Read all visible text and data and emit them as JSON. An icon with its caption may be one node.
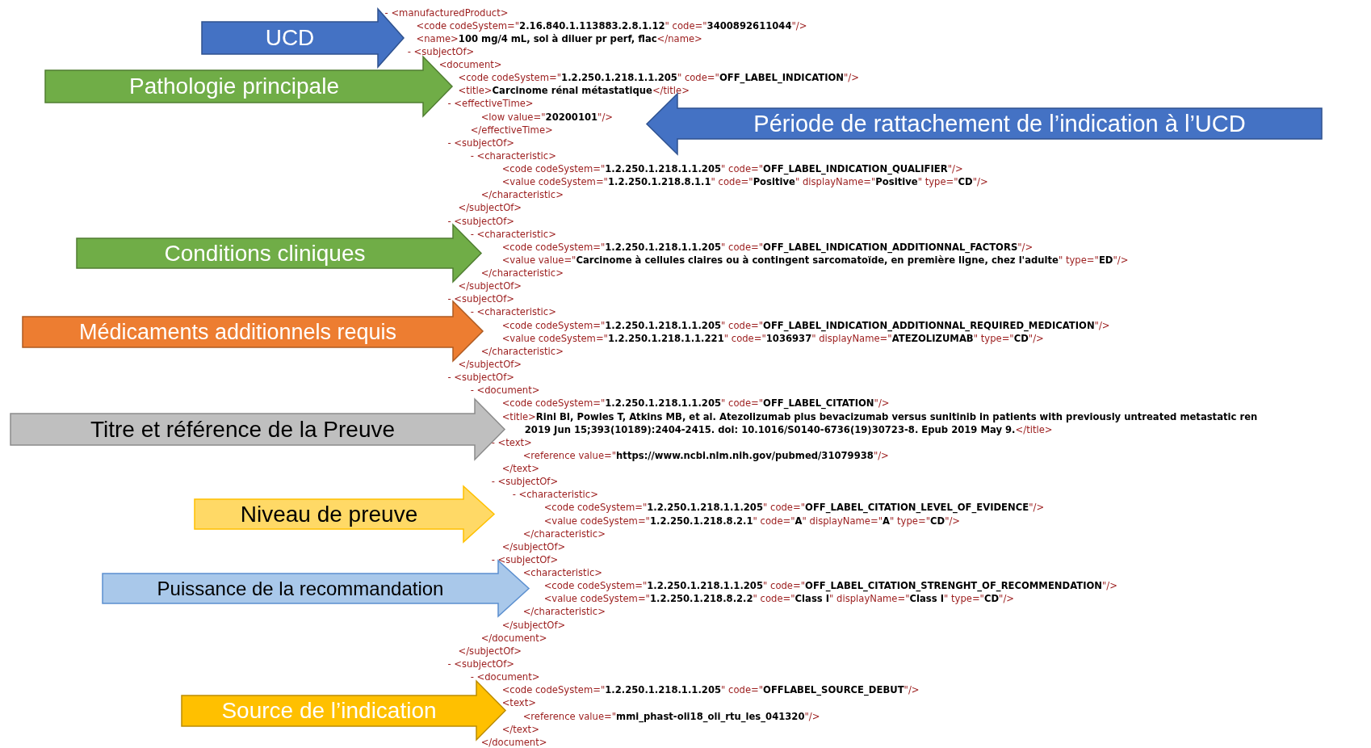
{
  "diagram": {
    "nodes": [
      {
        "text": [
          "UCD"
        ]
      },
      {
        "text": [
          "Pathologie principale"
        ]
      },
      {
        "text": [
          "Période de rattachement de l’indication à l’UCD"
        ]
      },
      {
        "text": [
          "Conditions cliniques"
        ]
      },
      {
        "text": [
          "Médicaments additionnels requis"
        ]
      },
      {
        "text": [
          "Titre et référence de la Preuve"
        ]
      },
      {
        "text": [
          "Niveau de preuve"
        ]
      },
      {
        "text": [
          "Puissance de la recommandation"
        ]
      },
      {
        "text": [
          "Source de l’indication"
        ]
      }
    ],
    "labels": [
      "- <manufacturedProduct>",
      "<code codeSystem=\"**2.16.840.1.113883.2.8.1.12**\" code=\"**3400892611044**\"/>",
      "<name>**100 mg/4 mL, sol à diluer pr perf, flac**</name>",
      "- <subjectOf>",
      "<document>",
      "<code codeSystem=\"**1.2.250.1.218.1.1.205**\" code=\"**OFF_LABEL_INDICATION**\"/>",
      "<title>**Carcinome rénal métastatique**</title>",
      "- <effectiveTime>",
      "<low value=\"**20200101**\"/>",
      "</effectiveTime>",
      "- <subjectOf>",
      "- <characteristic>",
      "<code codeSystem=\"**1.2.250.1.218.1.1.205**\" code=\"**OFF_LABEL_INDICATION_QUALIFIER**\"/>",
      "<value codeSystem=\"**1.2.250.1.218.8.1.1**\" code=\"**Positive**\" displayName=\"**Positive**\" type=\"**CD**\"/>",
      "</characteristic>",
      "</subjectOf>",
      "- <subjectOf>",
      "- <characteristic>",
      "<code codeSystem=\"**1.2.250.1.218.1.1.205**\" code=\"**OFF_LABEL_INDICATION_ADDITIONNAL_FACTORS**\"/>",
      "<value value=\"**Carcinome à cellules claires ou à contingent sarcomatoïde, en première ligne, chez l'adulte**\" type=\"**ED**\"/>",
      "</characteristic>",
      "</subjectOf>",
      "- <subjectOf>",
      "- <characteristic>",
      "<code codeSystem=\"**1.2.250.1.218.1.1.205**\" code=\"**OFF_LABEL_INDICATION_ADDITIONNAL_REQUIRED_MEDICATION**\"/>",
      "<value codeSystem=\"**1.2.250.1.218.1.1.221**\" code=\"**1036937**\" displayName=\"**ATEZOLIZUMAB**\" type=\"**CD**\"/>",
      "</characteristic>",
      "</subjectOf>",
      "- <subjectOf>",
      "- <document>",
      "<code codeSystem=\"**1.2.250.1.218.1.1.205**\" code=\"**OFF_LABEL_CITATION**\"/>",
      "<title>**Rini BI, Powles T, Atkins MB, et al. Atezolizumab plus bevacizumab versus sunitinib in patients with previously untreated metastatic ren**",
      "**2019 Jun 15;393(10189):2404-2415. doi: 10.1016/S0140-6736(19)30723-8. Epub 2019 May 9.**</title>",
      "- <text>",
      "<reference value=\"**https://www.ncbi.nlm.nih.gov/pubmed/31079938**\"/>",
      "</text>",
      "- <subjectOf>",
      "- <characteristic>",
      "<code codeSystem=\"**1.2.250.1.218.1.1.205**\" code=\"**OFF_LABEL_CITATION_LEVEL_OF_EVIDENCE**\"/>",
      "<value codeSystem=\"**1.2.250.1.218.8.2.1**\" code=\"**A**\" displayName=\"**A**\" type=\"**CD**\"/>",
      "</characteristic>",
      "</subjectOf>",
      "- <subjectOf>",
      "<characteristic>",
      "<code codeSystem=\"**1.2.250.1.218.1.1.205**\" code=\"**OFF_LABEL_CITATION_STRENGHT_OF_RECOMMENDATION**\"/>",
      "<value codeSystem=\"**1.2.250.1.218.8.2.2**\" code=\"**Class I**\" displayName=\"**Class I**\" type=\"**CD**\"/>",
      "</characteristic>",
      "</subjectOf>",
      "</document>",
      "</subjectOf>",
      "- <subjectOf>",
      "- <document>",
      "<code codeSystem=\"**1.2.250.1.218.1.1.205**\" code=\"**OFFLABEL_SOURCE_DEBUT**\"/>",
      "<text>",
      "<reference value=\"**mmi_phast-oli18_oli_rtu_les_041320**\"/>",
      "</text>",
      "</document>"
    ]
  }
}
